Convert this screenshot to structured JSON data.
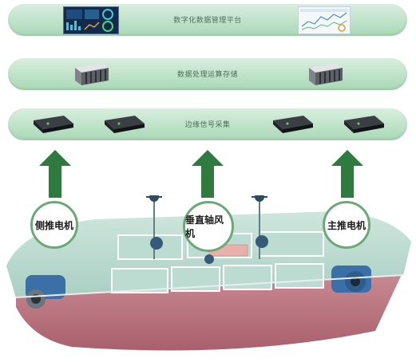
{
  "layers": {
    "platform": "数字化数据管理平台",
    "processing": "数据处理运算存储",
    "edge": "边缘信号采集"
  },
  "equipment": {
    "left": "侧推电机",
    "center": "垂直轴风机",
    "right": "主推电机"
  }
}
